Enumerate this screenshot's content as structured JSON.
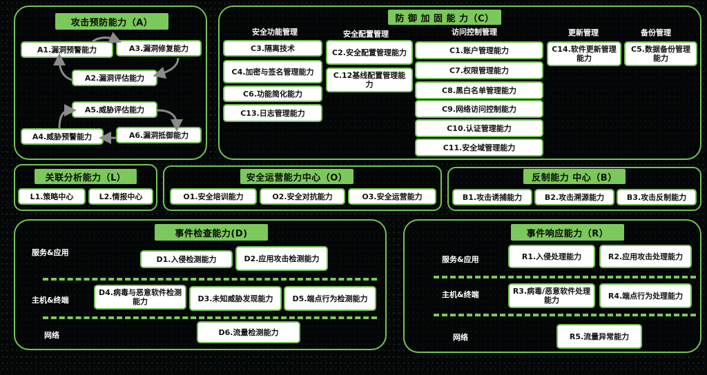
{
  "attack_prevention": {
    "title": "攻击预防能力（A）",
    "a1": "A1.漏洞预警能力",
    "a3": "A3.漏洞修复能力",
    "a2": "A2.漏洞评估能力",
    "a5": "A5.威胁评估能力",
    "a4": "A4.威胁预警能力",
    "a6": "A6.漏洞抵御能力"
  },
  "defense_hardening": {
    "title": "防 御 加 固 能 力（C）",
    "groups": {
      "security_function": "安全功能管理",
      "security_config": "安全配置管理",
      "access_control": "访问控制管理",
      "update": "更新管理",
      "backup": "备份管理"
    },
    "c3": "C3.隔离技术",
    "c4": "C4.加密与签名管理能力",
    "c6": "C6.功能简化能力",
    "c13": "C13.日志管理能力",
    "c2": "C2.安全配置管理能力",
    "c12": "C.12基线配置管理能力",
    "c1": "C1.账户管理能力",
    "c7": "C7.权限管理能力",
    "c8": "C8.黑白名单管理能力",
    "c9": "C9.网络访问控制能力",
    "c10": "C10.认证管理能力",
    "c11": "C11.安全域管理能力",
    "c14": "C14.软件更新管理能力",
    "c5": "C5.数据备份管理能力"
  },
  "correlation": {
    "title": "关联分析能力（L）",
    "l1": "L1.策略中心",
    "l2": "L2.情报中心"
  },
  "operations": {
    "title": "安全运营能力中心（O）",
    "o1": "O1.安全培训能力",
    "o2": "O2.安全对抗能力",
    "o3": "O3.安全运营能力"
  },
  "counter": {
    "title": "反制能力 中心（B）",
    "b1": "B1.攻击诱捕能力",
    "b2": "B2.攻击溯源能力",
    "b3": "B3.攻击反制能力"
  },
  "detection": {
    "title": "事件检查能力(D)",
    "row_service": "服务&应用",
    "row_host": "主机&终端",
    "row_network": "网络",
    "d1": "D1.入侵检测能力",
    "d2": "D2.应用攻击检测能力",
    "d4": "D4.病毒与恶意软件检测能力",
    "d3": "D3.未知威胁发现能力",
    "d5": "D5.端点行为检测能力",
    "d6": "D6.流量检测能力"
  },
  "response": {
    "title": "事件响应能力（R）",
    "row_service": "服务&应用",
    "row_host": "主机&终端",
    "row_network": "网络",
    "r1": "R1.入侵处理能力",
    "r2": "R2.应用攻击处理能力",
    "r3": "R3.病毒/恶意软件处理能力",
    "r4": "R4.端点行为处理能力",
    "r5": "R5.流量异常能力"
  },
  "colors": {
    "accent": "#72c654",
    "title_fill": "#7bc95a",
    "node_fill": "#ffffff",
    "background": "#050607"
  }
}
